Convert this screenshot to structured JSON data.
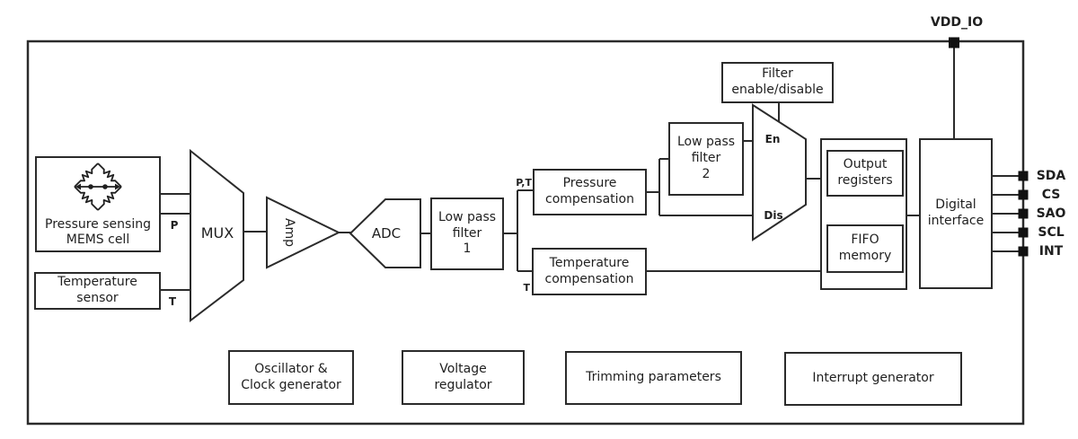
{
  "blocks": {
    "mems_cell": {
      "line1": "Pressure sensing",
      "line2": "MEMS cell"
    },
    "temp_sensor": {
      "line1": "Temperature",
      "line2": "sensor"
    },
    "mux": {
      "label": "MUX"
    },
    "amp": {
      "label": "Amp"
    },
    "adc": {
      "label": "ADC"
    },
    "lpf1": {
      "line1": "Low pass",
      "line2": "filter",
      "line3": "1"
    },
    "pressure_comp": {
      "line1": "Pressure",
      "line2": "compensation"
    },
    "temp_comp": {
      "line1": "Temperature",
      "line2": "compensation"
    },
    "lpf2": {
      "line1": "Low pass",
      "line2": "filter",
      "line3": "2"
    },
    "filter_enable": {
      "line1": "Filter",
      "line2": "enable/disable"
    },
    "output_registers": {
      "line1": "Output",
      "line2": "registers"
    },
    "fifo_memory": {
      "line1": "FIFO",
      "line2": "memory"
    },
    "digital_interface": {
      "line1": "Digital",
      "line2": "interface"
    },
    "oscillator": {
      "line1": "Oscillator &",
      "line2": "Clock generator"
    },
    "voltage_regulator": {
      "line1": "Voltage",
      "line2": "regulator"
    },
    "trimming": {
      "label": "Trimming parameters"
    },
    "interrupt_generator": {
      "label": "Interrupt generator"
    }
  },
  "signal_labels": {
    "p": "P",
    "t": "T",
    "pt": "P,T",
    "t_comp": "T",
    "en": "En",
    "dis": "Dis"
  },
  "power_pin": "VDD_IO",
  "pins": [
    "SDA",
    "CS",
    "SAO",
    "SCL",
    "INT"
  ],
  "icons": {
    "bridge": "wheatstone-bridge-icon"
  },
  "colors": {
    "line": "#2b2b2b",
    "text": "#1f1f1f",
    "background": "#ffffff",
    "pin_fill": "#111111"
  }
}
